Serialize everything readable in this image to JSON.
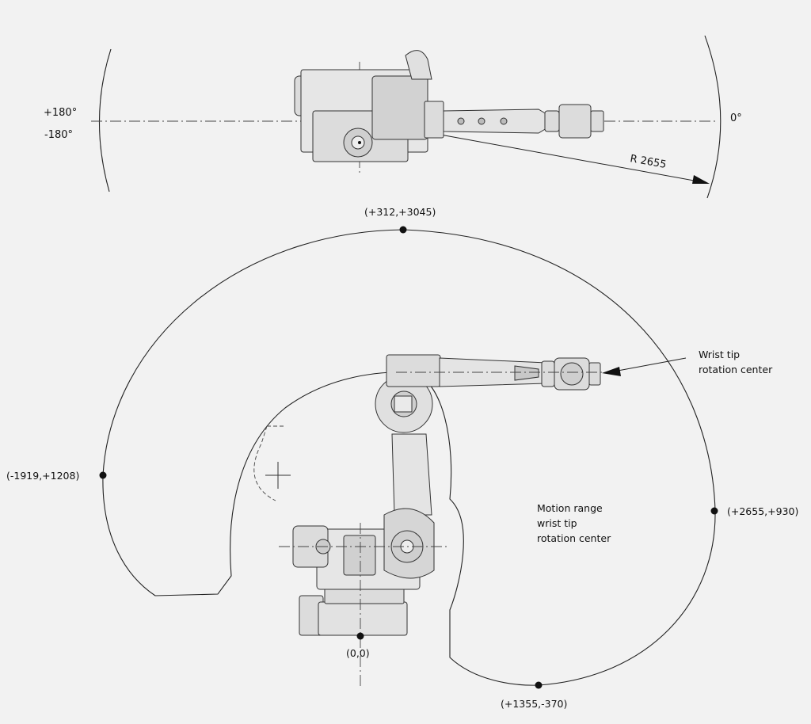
{
  "top_view": {
    "angle_pos": "+180°",
    "angle_neg": "-180°",
    "angle_zero": "0°",
    "radius_label": "R  2655"
  },
  "side_view": {
    "points": {
      "top": "(+312,+3045)",
      "left": "(-1919,+1208)",
      "right": "(+2655,+930)",
      "origin": "(0,0)",
      "bottom": "(+1355,-370)"
    },
    "callout": {
      "line1": "Wrist tip",
      "line2": "rotation center"
    },
    "range_label": {
      "line1": "Motion range",
      "line2": "wrist tip",
      "line3": "rotation center"
    }
  },
  "colors": {
    "background": "#f2f2f2",
    "line": "#222222",
    "robot": "#dcdcdc",
    "robot_stroke": "#333333"
  }
}
